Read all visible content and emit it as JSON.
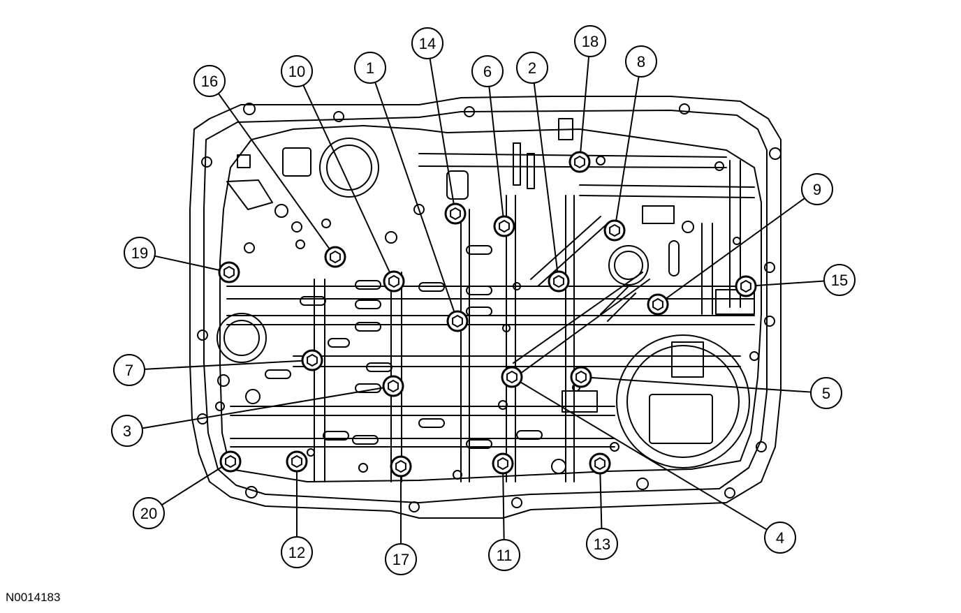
{
  "figure_id": "N0014183",
  "callouts": [
    "1",
    "2",
    "3",
    "4",
    "5",
    "6",
    "7",
    "8",
    "9",
    "10",
    "11",
    "12",
    "13",
    "14",
    "15",
    "16",
    "17",
    "18",
    "19",
    "20"
  ],
  "colors": {
    "line": "#000000",
    "background": "#ffffff"
  }
}
